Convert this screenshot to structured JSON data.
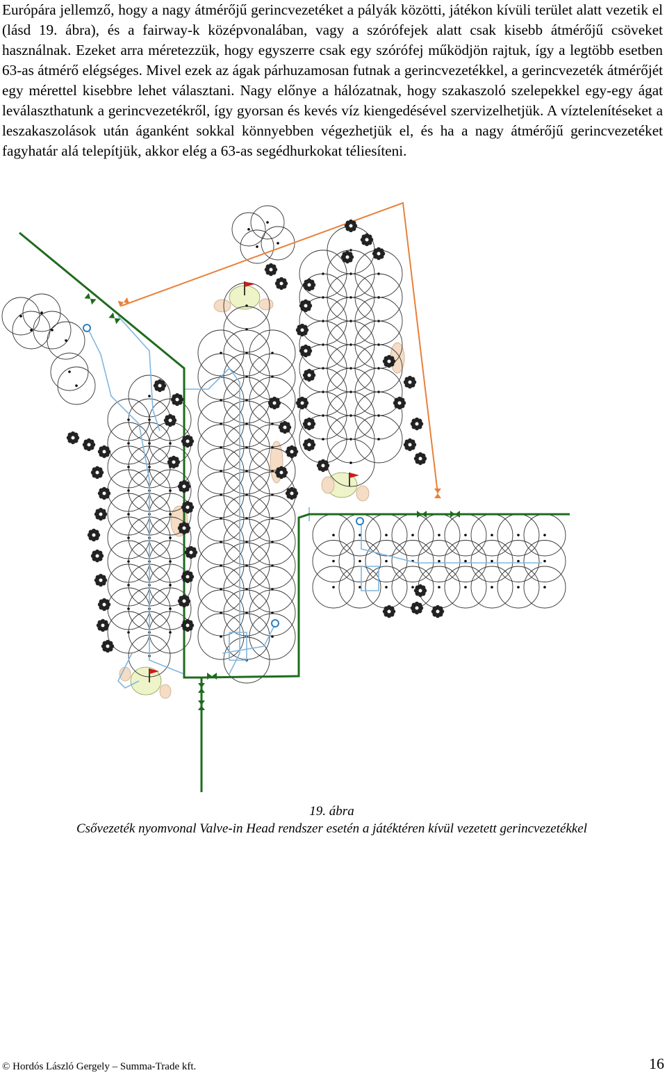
{
  "document": {
    "paragraph": "Európára jellemző, hogy a nagy átmérőjű gerincvezetéket a pályák közötti, játékon kívüli terület alatt vezetik el (lásd 19. ábra), és a fairway-k középvonalában, vagy a szórófejek alatt csak kisebb átmérőjű csöveket használnak. Ezeket arra méretezzük, hogy egyszerre csak egy szórófej működjön rajtuk, így a legtöbb esetben 63-as átmérő elégséges. Mivel ezek az ágak párhuzamosan futnak a gerincvezetékkel, a gerincvezeték átmérőjét egy mérettel kisebbre lehet választani. Nagy előnye a hálózatnak, hogy szakaszoló szelepekkel egy-egy ágat leválaszthatunk a gerincvezetékről, így gyorsan és kevés víz kiengedésével szervizelhetjük. A víztelenítéseket a leszakaszolások után áganként sokkal könnyebben végezhetjük el, és ha a nagy átmérőjű gerincvezetéket fagyhatár alá telepítjük, akkor elég a 63-as segédhurkokat téliesíteni.",
    "figure_number": "19. ábra",
    "figure_caption": "Csővezeték nyomvonal Valve-in Head rendszer esetén a játéktéren kívül vezetett gerincvezetékkel",
    "footer_author": "© Hordós László Gergely – Summa-Trade kft.",
    "page_number": "16"
  },
  "colors": {
    "main_pipe": "#1e6b1e",
    "secondary_pipe": "#e8803a",
    "branch_pipe": "#7fb6e0",
    "sprinkler_circle": "#333333",
    "green_fill": "#eef3c8",
    "bunker_fill": "#f5dcc4",
    "flag": "#cc1b1b",
    "tree": "#222222"
  },
  "icons": {
    "sprinkler": "sprinkler-dot-icon",
    "valve": "valve-bowtie-icon",
    "tree": "tree-icon",
    "flag": "flag-icon",
    "hydrant": "hydrant-icon"
  }
}
